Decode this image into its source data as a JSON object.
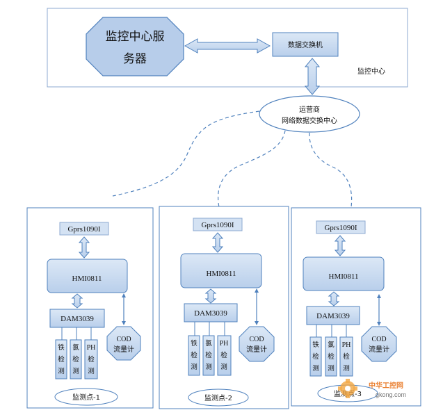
{
  "monitoring_center": {
    "server_label_line1": "监控中心服",
    "server_label_line2": "务器",
    "switch_label": "数据交换机",
    "center_label": "监控中心"
  },
  "carrier": {
    "line1": "运营商",
    "line2": "网络数据交换中心"
  },
  "stations": [
    {
      "gprs": "Gprs1090I",
      "hmi": "HMI0811",
      "dam": "DAM3039",
      "sensors": [
        {
          "c1": "铁",
          "c2": "检",
          "c3": "测"
        },
        {
          "c1": "氯",
          "c2": "检",
          "c3": "测"
        },
        {
          "c1": "PH",
          "c2": "检",
          "c3": "测"
        }
      ],
      "cod_line1": "COD",
      "cod_line2": "流量计",
      "label": "监测点-1"
    },
    {
      "gprs": "Gprs1090I",
      "hmi": "HMI0811",
      "dam": "DAM3039",
      "sensors": [
        {
          "c1": "铁",
          "c2": "检",
          "c3": "测"
        },
        {
          "c1": "氯",
          "c2": "检",
          "c3": "测"
        },
        {
          "c1": "PH",
          "c2": "检",
          "c3": "测"
        }
      ],
      "cod_line1": "COD",
      "cod_line2": "流量计",
      "label": "监测点-2"
    },
    {
      "gprs": "Gprs1090I",
      "hmi": "HMI0811",
      "dam": "DAM3039",
      "sensors": [
        {
          "c1": "铁",
          "c2": "检",
          "c3": "测"
        },
        {
          "c1": "氯",
          "c2": "检",
          "c3": "测"
        },
        {
          "c1": "PH",
          "c2": "检",
          "c3": "测"
        }
      ],
      "cod_line1": "COD",
      "cod_line2": "流量计",
      "label": "监测点-3"
    }
  ],
  "watermark": {
    "line1": "中华工控网",
    "line2": "gkong.com"
  },
  "colors": {
    "fill": "#c6d9f1",
    "stroke": "#4f81bd",
    "gprs_fill": "#d4e2f3",
    "dashed": "#4f81bd",
    "watermark": "#e8731b"
  }
}
